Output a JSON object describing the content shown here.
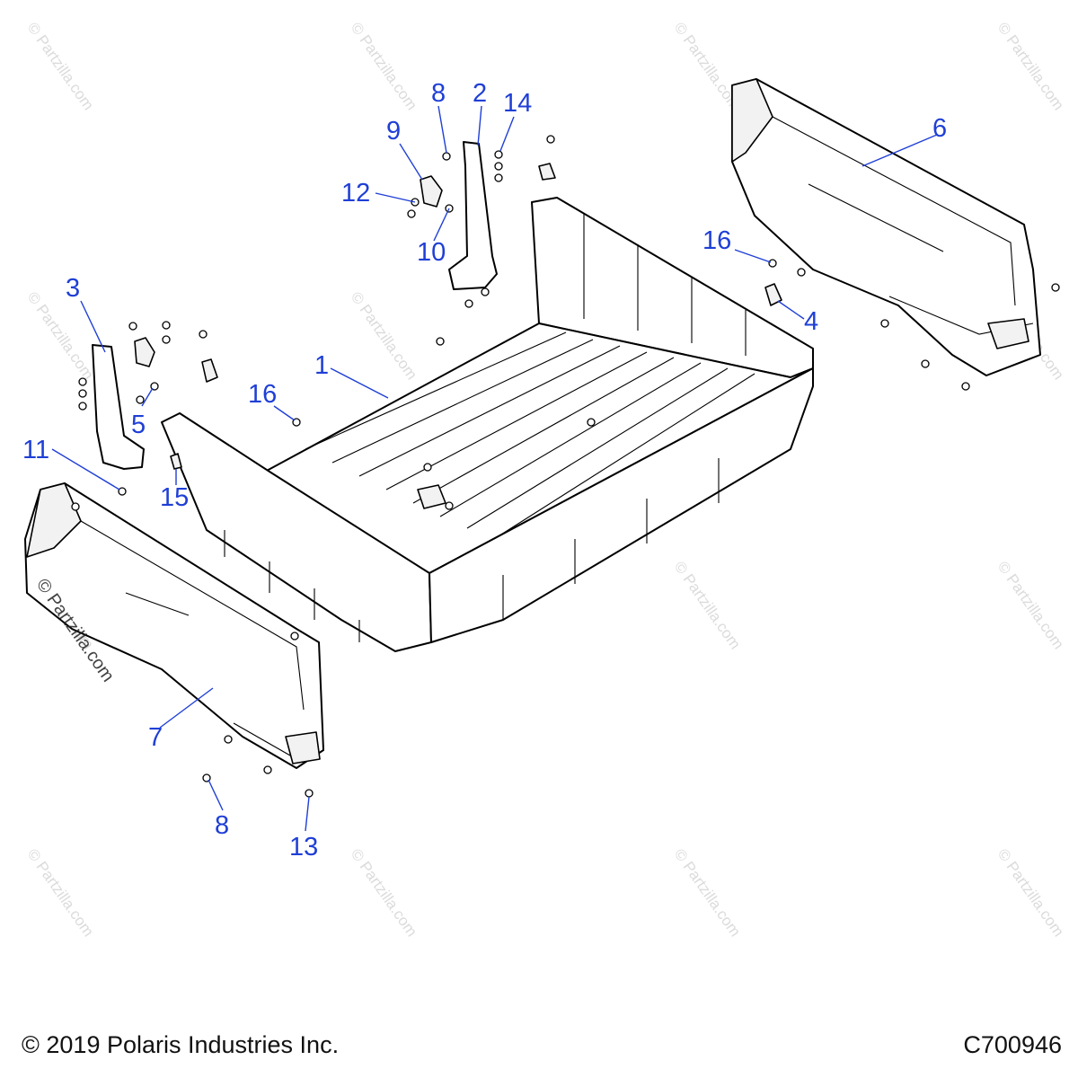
{
  "diagram": {
    "callout_color": "#1f3fd6",
    "watermark_text": "© Partzilla.com",
    "side_watermark_text": "© Partzilla.com",
    "callouts": [
      {
        "id": "c1",
        "label": "1"
      },
      {
        "id": "c2",
        "label": "2"
      },
      {
        "id": "c3",
        "label": "3"
      },
      {
        "id": "c4",
        "label": "4"
      },
      {
        "id": "c5",
        "label": "5"
      },
      {
        "id": "c6",
        "label": "6"
      },
      {
        "id": "c7",
        "label": "7"
      },
      {
        "id": "c8a",
        "label": "8"
      },
      {
        "id": "c8b",
        "label": "8"
      },
      {
        "id": "c9",
        "label": "9"
      },
      {
        "id": "c10",
        "label": "10"
      },
      {
        "id": "c11",
        "label": "11"
      },
      {
        "id": "c12",
        "label": "12"
      },
      {
        "id": "c13",
        "label": "13"
      },
      {
        "id": "c14",
        "label": "14"
      },
      {
        "id": "c15",
        "label": "15"
      },
      {
        "id": "c16a",
        "label": "16"
      },
      {
        "id": "c16b",
        "label": "16"
      }
    ]
  },
  "footer": {
    "copyright": "© 2019 Polaris Industries Inc.",
    "diagram_code": "C700946"
  }
}
